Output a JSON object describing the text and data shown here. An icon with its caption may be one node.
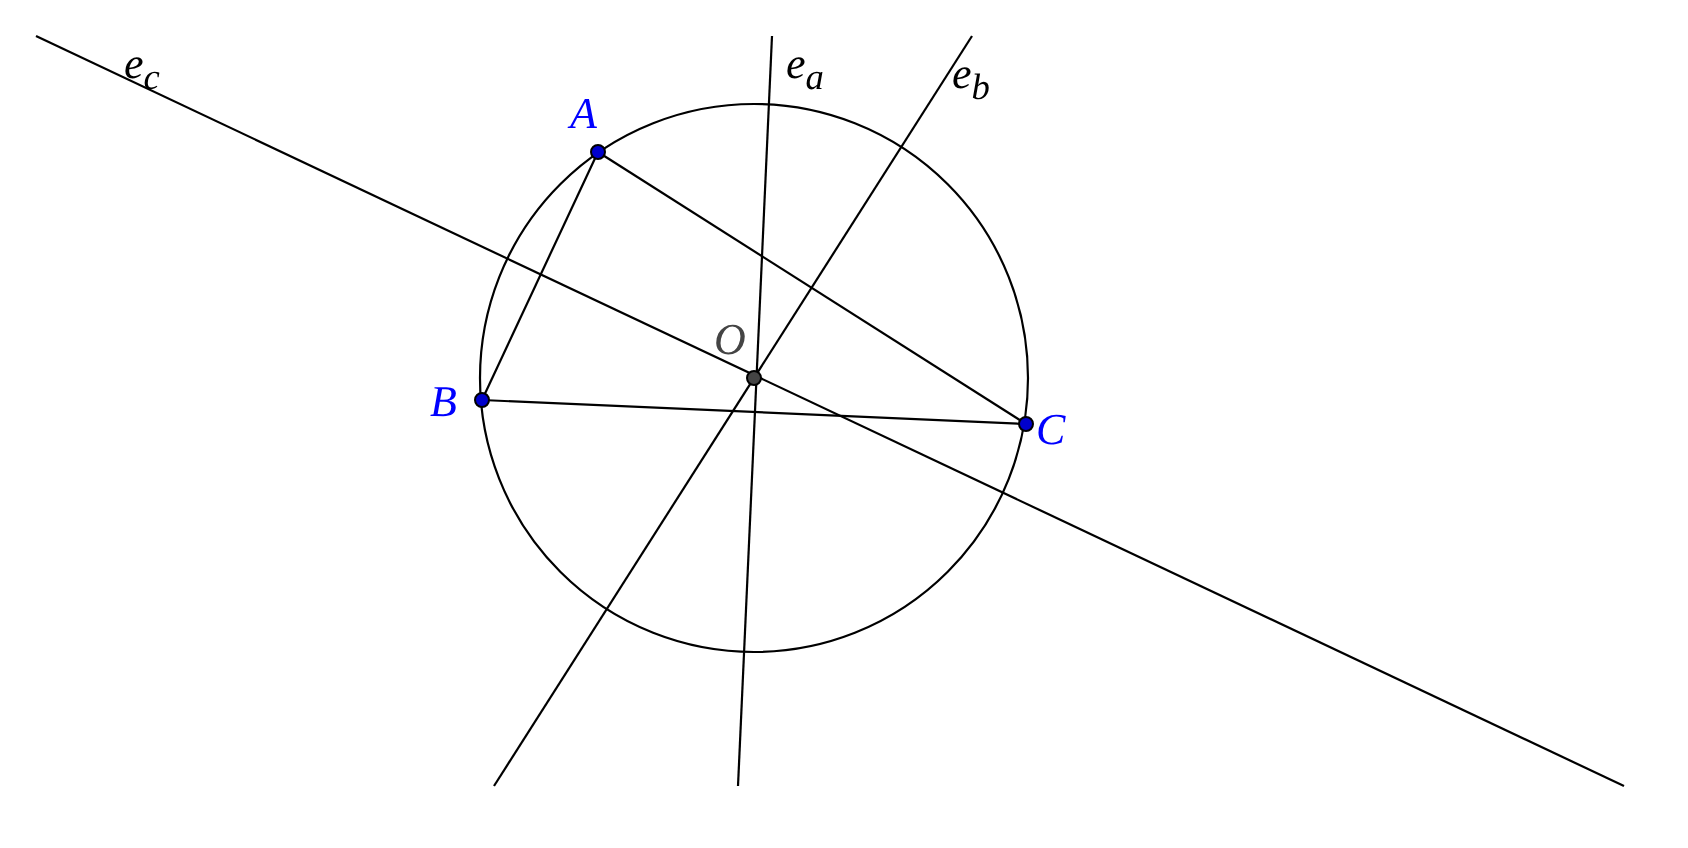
{
  "diagram": {
    "nodes": [
      {
        "text": [
          "A"
        ]
      },
      {
        "text": [
          "B"
        ]
      },
      {
        "text": [
          "C"
        ]
      },
      {
        "text": [
          "O"
        ]
      }
    ],
    "edges": [
      {
        "from": 0,
        "to": 1,
        "arrow": "none"
      },
      {
        "from": 1,
        "to": 2,
        "arrow": "none"
      },
      {
        "from": 2,
        "to": 0,
        "arrow": "none"
      }
    ],
    "labels": [
      "e$_{c}$",
      "e$_{a}$",
      "e$_{b}$"
    ]
  }
}
